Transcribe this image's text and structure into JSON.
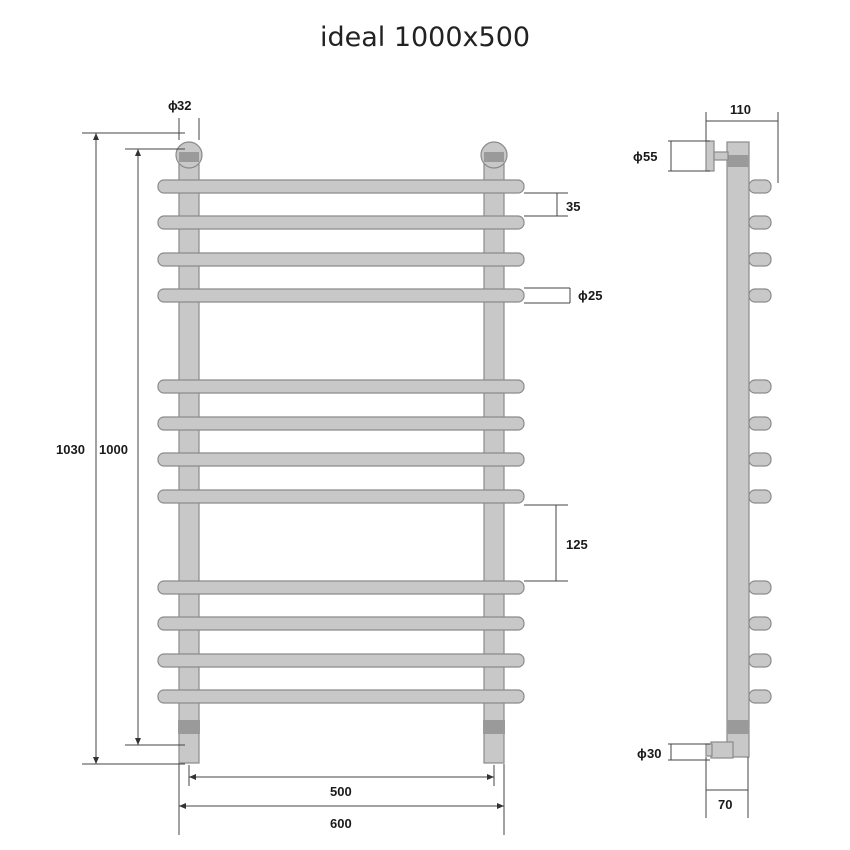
{
  "title": "ideal 1000x500",
  "colors": {
    "pipe_fill": "#c8c8c8",
    "pipe_stroke": "#8a8a8a",
    "fitting": "#9a9a9a",
    "dimension_line": "#444444"
  },
  "front_view": {
    "labels": {
      "pipe_diameter": "32",
      "height_total": "1030",
      "height_inner": "1000",
      "bar_gap": "35",
      "bar_diameter": "25",
      "group_gap": "125",
      "axis_width": "500",
      "total_width": "600"
    },
    "bar_groups": 3,
    "bars_per_group": 4
  },
  "side_view": {
    "labels": {
      "depth_top": "110",
      "flange_diameter": "55",
      "connection_diameter": "30",
      "depth_bottom": "70"
    }
  }
}
